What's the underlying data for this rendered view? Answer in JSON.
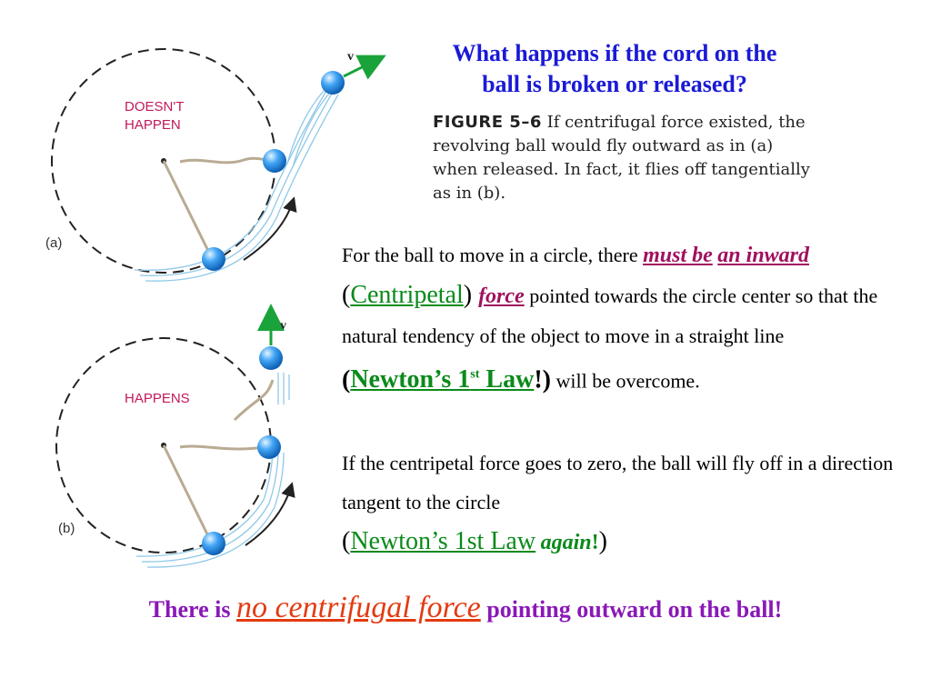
{
  "figure": {
    "label_a": "(a)",
    "label_b": "(b)",
    "doesnt_line1": "DOESN'T",
    "doesnt_line2": "HAPPEN",
    "happens": "HAPPENS",
    "velocity_symbol": "v⃗"
  },
  "question": {
    "line1": "What happens if the cord on the",
    "line2": "ball is broken or released?"
  },
  "caption": {
    "figure_number": "FIGURE 5–6",
    "text_1": " If centrifugal force existed, the revolving ball would fly outward as in (a) when released. In fact, it flies off tangentially as in (b)."
  },
  "paragraph1": {
    "t1": "For the ball to move in a circle, there ",
    "must_be": "must be",
    "an_inward": "an inward",
    "paren_open": " (",
    "centripetal": "Centripetal",
    "paren_close": ") ",
    "force": "force",
    "t2": " pointed towards the circle center so that the natural tendency of the object to move in a straight line",
    "newton_open": "(",
    "newton": "Newton’s 1",
    "newton_sup": "st",
    "law": " Law",
    "bang": "!)",
    "t3": " will be overcome."
  },
  "paragraph2": {
    "t1": "If the centripetal force goes to zero, the ball will fly off in a direction tangent to the circle",
    "open": "(",
    "newton": "Newton’s 1st Law",
    "space": " ",
    "again": "again",
    "bang": "!",
    "close": ")"
  },
  "bottom": {
    "t1": "There is ",
    "no_centrifugal": "no centrifugal force",
    "t2": " pointing outward on the ball!"
  },
  "colors": {
    "ball": "#1e88e5",
    "velocity_arrow": "#1aa33a",
    "question_blue": "#1a1ad6",
    "label_magenta": "#c2185b",
    "bottom_purple": "#8a18b8",
    "no_centrifugal_red": "#e33b12"
  }
}
